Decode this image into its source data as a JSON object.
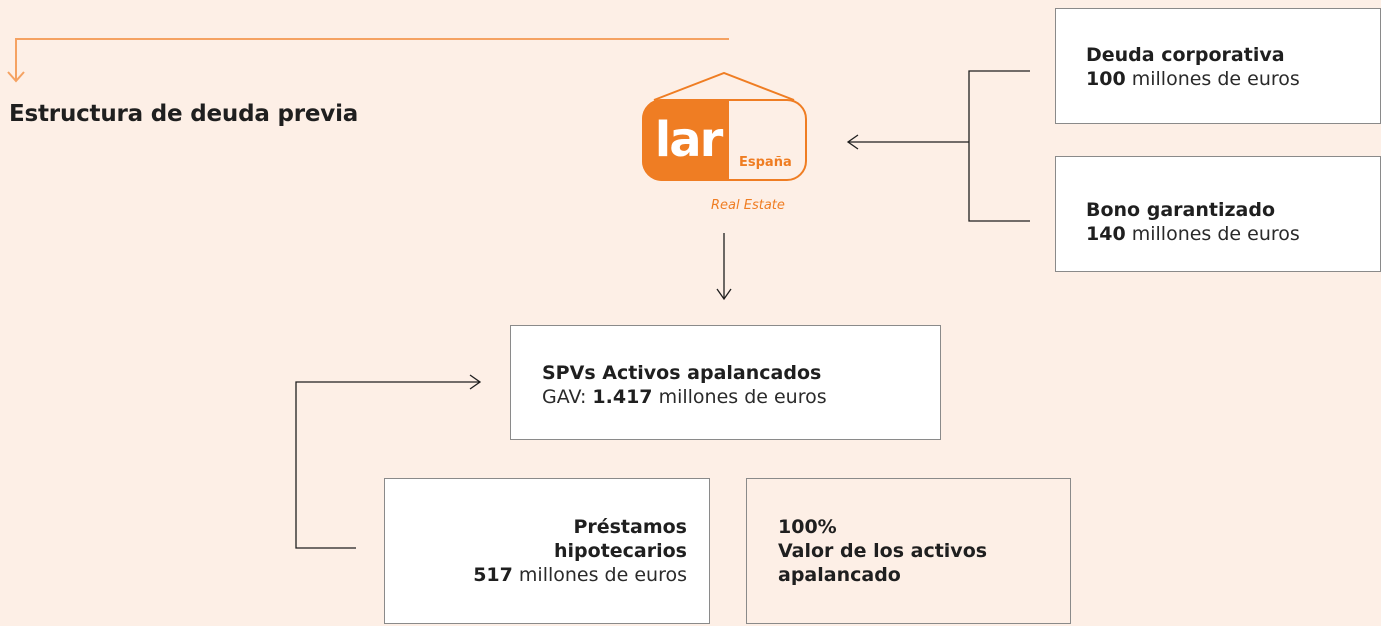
{
  "title": "Estructura de deuda previa",
  "logo": {
    "name": "lar",
    "sub": "España",
    "tagline": "Real Estate"
  },
  "boxes": {
    "corporate": {
      "title": "Deuda corporativa",
      "amount": "100",
      "unit": "millones de euros"
    },
    "bond": {
      "title": "Bono garantizado",
      "amount": "140",
      "unit": "millones de euros"
    },
    "spv": {
      "title": "SPVs Activos apalancados",
      "prefix": "GAV:",
      "amount": "1.417",
      "unit": "millones de euros"
    },
    "mortgage": {
      "title_line1": "Préstamos",
      "title_line2": "hipotecarios",
      "amount": "517",
      "unit": "millones de euros"
    },
    "leverage": {
      "line1": "100%",
      "line2": "Valor de los activos",
      "line3": "apalancado"
    }
  },
  "colors": {
    "background": "#fdefe6",
    "accent": "#ef7d23",
    "accent_light": "#f5a262",
    "line": "#1f1f1f",
    "box_border": "#8a8a8a"
  }
}
